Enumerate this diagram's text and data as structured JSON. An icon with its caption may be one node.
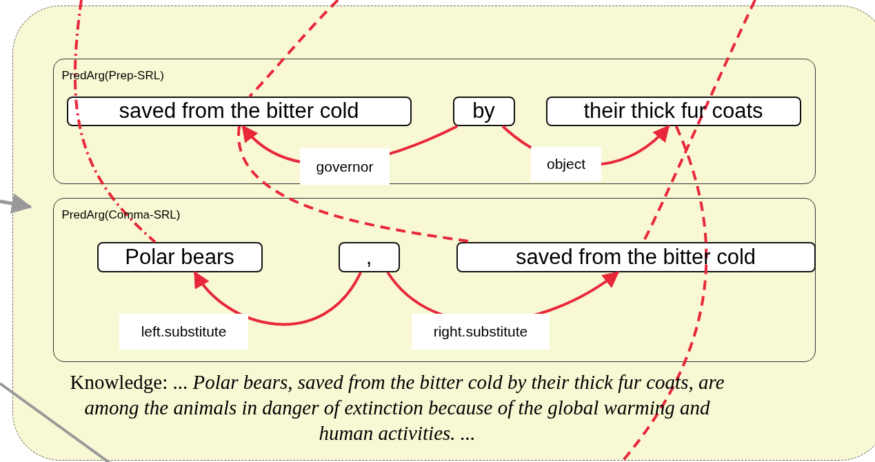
{
  "diagram": {
    "nodes": [
      {
        "text": [
          "Knowledge: ... *Polar bears, saved from the bitter cold by their thick fur coats, are among the animals in danger of extinction because of the global warming and human activities. ...*"
        ]
      },
      {
        "text": [
          "PredArg(Prep-SRL)"
        ],
        "in": 0
      },
      {
        "text": [
          "saved from the bitter cold"
        ],
        "in": 1
      },
      {
        "text": [
          "by"
        ],
        "in": 1
      },
      {
        "text": [
          "their thick fur coats"
        ],
        "in": 1
      },
      {
        "text": [
          "PredArg(Comma-SRL)"
        ],
        "in": 0
      },
      {
        "text": [
          "Polar bears"
        ],
        "in": 5
      },
      {
        "text": [
          ","
        ],
        "in": 5
      },
      {
        "text": [
          "saved from the bitter cold"
        ],
        "in": 5
      }
    ],
    "edges": [
      {
        "from": 3,
        "to": 2,
        "arrow": "to",
        "label": "governor"
      },
      {
        "from": 3,
        "to": 4,
        "arrow": "to",
        "label": "object"
      },
      {
        "from": 7,
        "to": 6,
        "arrow": "to",
        "label": "left.substitute"
      },
      {
        "from": 7,
        "to": 8,
        "arrow": "to",
        "label": "right.substitute"
      },
      {
        "from": null,
        "to": 6,
        "arrow": "none",
        "style": "dashed"
      },
      {
        "from": null,
        "to": 2,
        "arrow": "none",
        "style": "dashed"
      },
      {
        "from": 2,
        "to": 8,
        "arrow": "none",
        "style": "dashed"
      },
      {
        "from": null,
        "to": 8,
        "arrow": "none",
        "style": "dashed"
      },
      {
        "from": 4,
        "to": null,
        "arrow": "none",
        "style": "dashed"
      },
      {
        "from": null,
        "to": 0,
        "arrow": "to",
        "color": "#999999"
      }
    ]
  }
}
